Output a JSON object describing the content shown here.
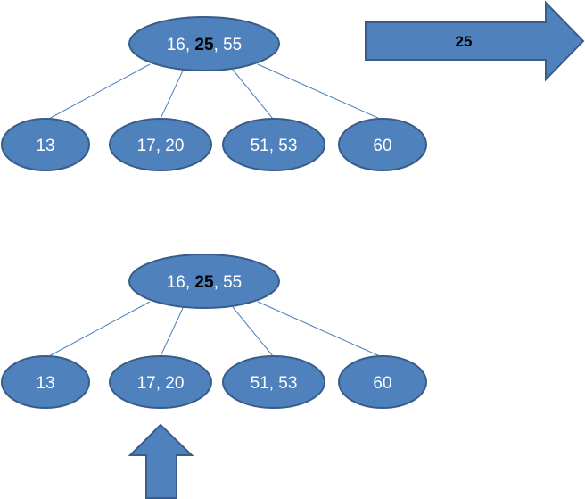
{
  "top_tree": {
    "root": {
      "left": "16, ",
      "key": "25",
      "right": ", 55"
    },
    "children": [
      "13",
      "17, 20",
      "51, 53",
      "60"
    ]
  },
  "right_arrow": {
    "label": "25"
  },
  "bottom_tree": {
    "root": {
      "left": "16, ",
      "key": "25",
      "right": ", 55"
    },
    "children": [
      "13",
      "17, 20",
      "51, 53",
      "60"
    ]
  }
}
